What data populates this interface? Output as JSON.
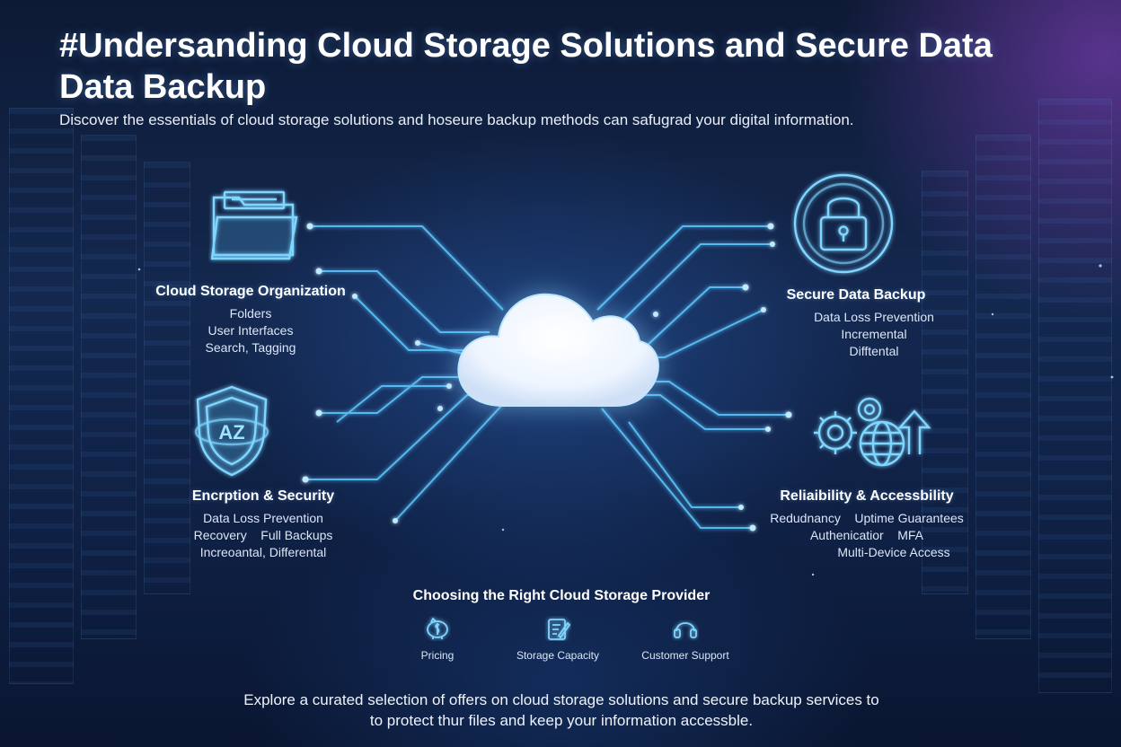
{
  "header": {
    "title": "#Undersanding Cloud Storage Solutions and Secure Data Data Backup",
    "subtitle": "Discover the essentials of cloud storage solutions and hoseure backup methods can safugrad your digital information."
  },
  "features": {
    "cloud_storage": {
      "title": "Cloud Storage Organization",
      "icon": "folder-icon",
      "items": [
        "Folders",
        "User Interfaces",
        "Search, Tagging"
      ]
    },
    "secure_backup": {
      "title": "Secure Data Backup",
      "icon": "padlock-icon",
      "items": [
        "Data Loss Prevention",
        "Incremental",
        "Difftental"
      ]
    },
    "encryption": {
      "title": "Encrption & Security",
      "icon": "shield-az-icon",
      "badge": "AZ",
      "items": [
        "Data Loss Prevention",
        "Recovery    Full Backups",
        "Increoantal, Differental"
      ]
    },
    "reliability": {
      "title": "Reliaibility & Accessbility",
      "icon": "gears-globe-icon",
      "items": [
        "Redudnancy    Uptime Guarantees",
        "Authenicatior    MFA",
        "Multi-Device Access"
      ]
    }
  },
  "provider": {
    "title": "Choosing the Right Cloud Storage Provider",
    "options": [
      {
        "label": "Pricing",
        "icon": "piggy-bank-icon"
      },
      {
        "label": "Storage Capacity",
        "icon": "clipboard-pen-icon"
      },
      {
        "label": "Customer Support",
        "icon": "headset-icon"
      }
    ]
  },
  "footer": {
    "line1": "Explore a curated selection of offers on cloud storage solutions and secure backup services to",
    "line2": "to protect thur files and keep your information accessble."
  },
  "colors": {
    "accent": "#5cc8ff",
    "glow": "#9fe4ff",
    "background": "#10224a",
    "purple_glow": "#8a4fd0"
  }
}
